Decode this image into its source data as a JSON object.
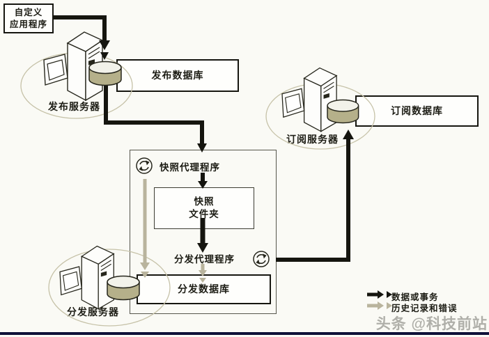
{
  "diagram": {
    "custom_app": {
      "line1": "自定义",
      "line2": "应用程序"
    },
    "publisher": {
      "label": "发布服务器",
      "db_label": "发布数据库"
    },
    "subscriber": {
      "label": "订阅服务器",
      "db_label": "订阅数据库"
    },
    "distributor": {
      "label": "分发服务器",
      "db_label": "分发数据库"
    },
    "middle": {
      "snapshot_agent": "快照代理程序",
      "snapshot_folder_line1": "快照",
      "snapshot_folder_line2": "文件夹",
      "distribution_agent": "分发代理程序",
      "distribution_db": "分发数据库"
    },
    "legend": {
      "data_or_transactions": "数据或事务",
      "history_and_errors": "历史记录和错误"
    },
    "watermark": "头条 @科技前站",
    "colors": {
      "background": "#fafaf5",
      "cylinder_body": "#b5b08a",
      "cylinder_top": "#f2f2ea",
      "gray_arrow": "#b9b49d",
      "black_arrow": "#15150f",
      "navy_bar": "#0e1038"
    }
  }
}
